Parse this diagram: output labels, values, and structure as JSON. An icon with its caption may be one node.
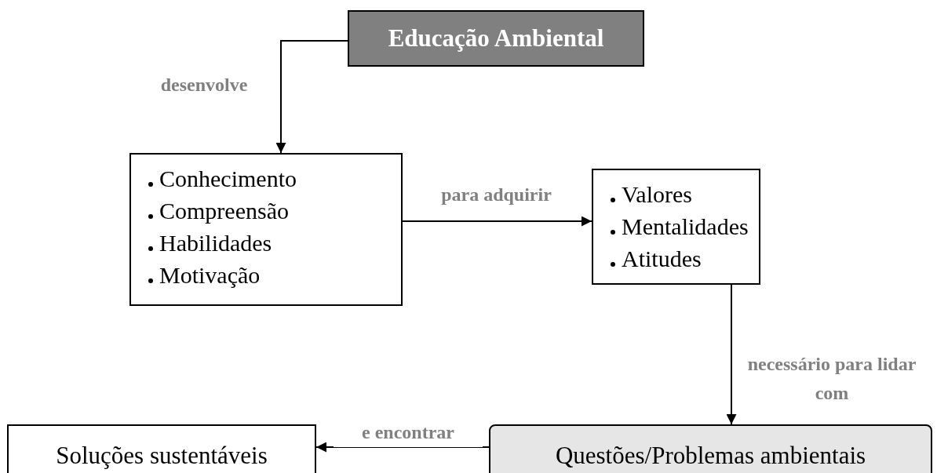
{
  "diagram": {
    "nodes": [
      {
        "text": [
          "Educação Ambiental"
        ]
      },
      {
        "text": [
          "Conhecimento",
          "Compreensão",
          "Habilidades",
          "Motivação"
        ]
      },
      {
        "text": [
          "Valores",
          "Mentalidades",
          "Atitudes"
        ]
      },
      {
        "text": [
          "Questões/Problemas ambientais"
        ]
      },
      {
        "text": [
          "Soluções sustentáveis"
        ]
      }
    ],
    "edges": [
      {
        "from": 0,
        "to": 1,
        "arrow": "to",
        "label": "desenvolve"
      },
      {
        "from": 1,
        "to": 2,
        "arrow": "to",
        "label": "para adquirir"
      },
      {
        "from": 2,
        "to": 3,
        "arrow": "to",
        "label": "necessário para lidar com"
      },
      {
        "from": 3,
        "to": 4,
        "arrow": "to",
        "label": "e encontrar"
      }
    ]
  }
}
